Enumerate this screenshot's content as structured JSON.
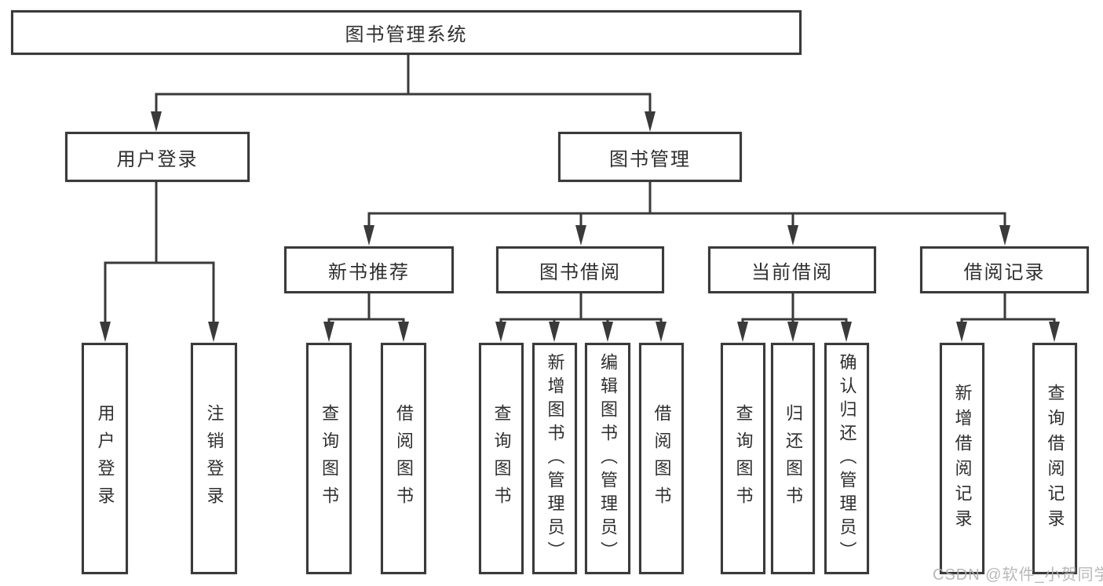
{
  "diagram": {
    "root": {
      "label": "图书管理系统"
    },
    "branches": [
      {
        "label": "用户登录",
        "children": [
          {
            "label": "用户登录"
          },
          {
            "label": "注销登录"
          }
        ]
      },
      {
        "label": "图书管理",
        "sections": [
          {
            "label": "新书推荐",
            "children": [
              {
                "label": "查询图书"
              },
              {
                "label": "借阅图书"
              }
            ]
          },
          {
            "label": "图书借阅",
            "children": [
              {
                "label": "查询图书"
              },
              {
                "label": "新增图书（管理员）"
              },
              {
                "label": "编辑图书（管理员）"
              },
              {
                "label": "借阅图书"
              }
            ]
          },
          {
            "label": "当前借阅",
            "children": [
              {
                "label": "查询图书"
              },
              {
                "label": "归还图书"
              },
              {
                "label": "确认归还（管理员）"
              }
            ]
          },
          {
            "label": "借阅记录",
            "children": [
              {
                "label": "新增借阅记录"
              },
              {
                "label": "查询借阅记录"
              }
            ]
          }
        ]
      }
    ]
  },
  "watermark": {
    "text": "CSDN @软件_小贺同学"
  },
  "colors": {
    "line": "#3a3a3a",
    "box_border": "#3a3a3a",
    "text": "#2f2f2f",
    "watermark": "#b2b2b2",
    "background": "#ffffff"
  }
}
